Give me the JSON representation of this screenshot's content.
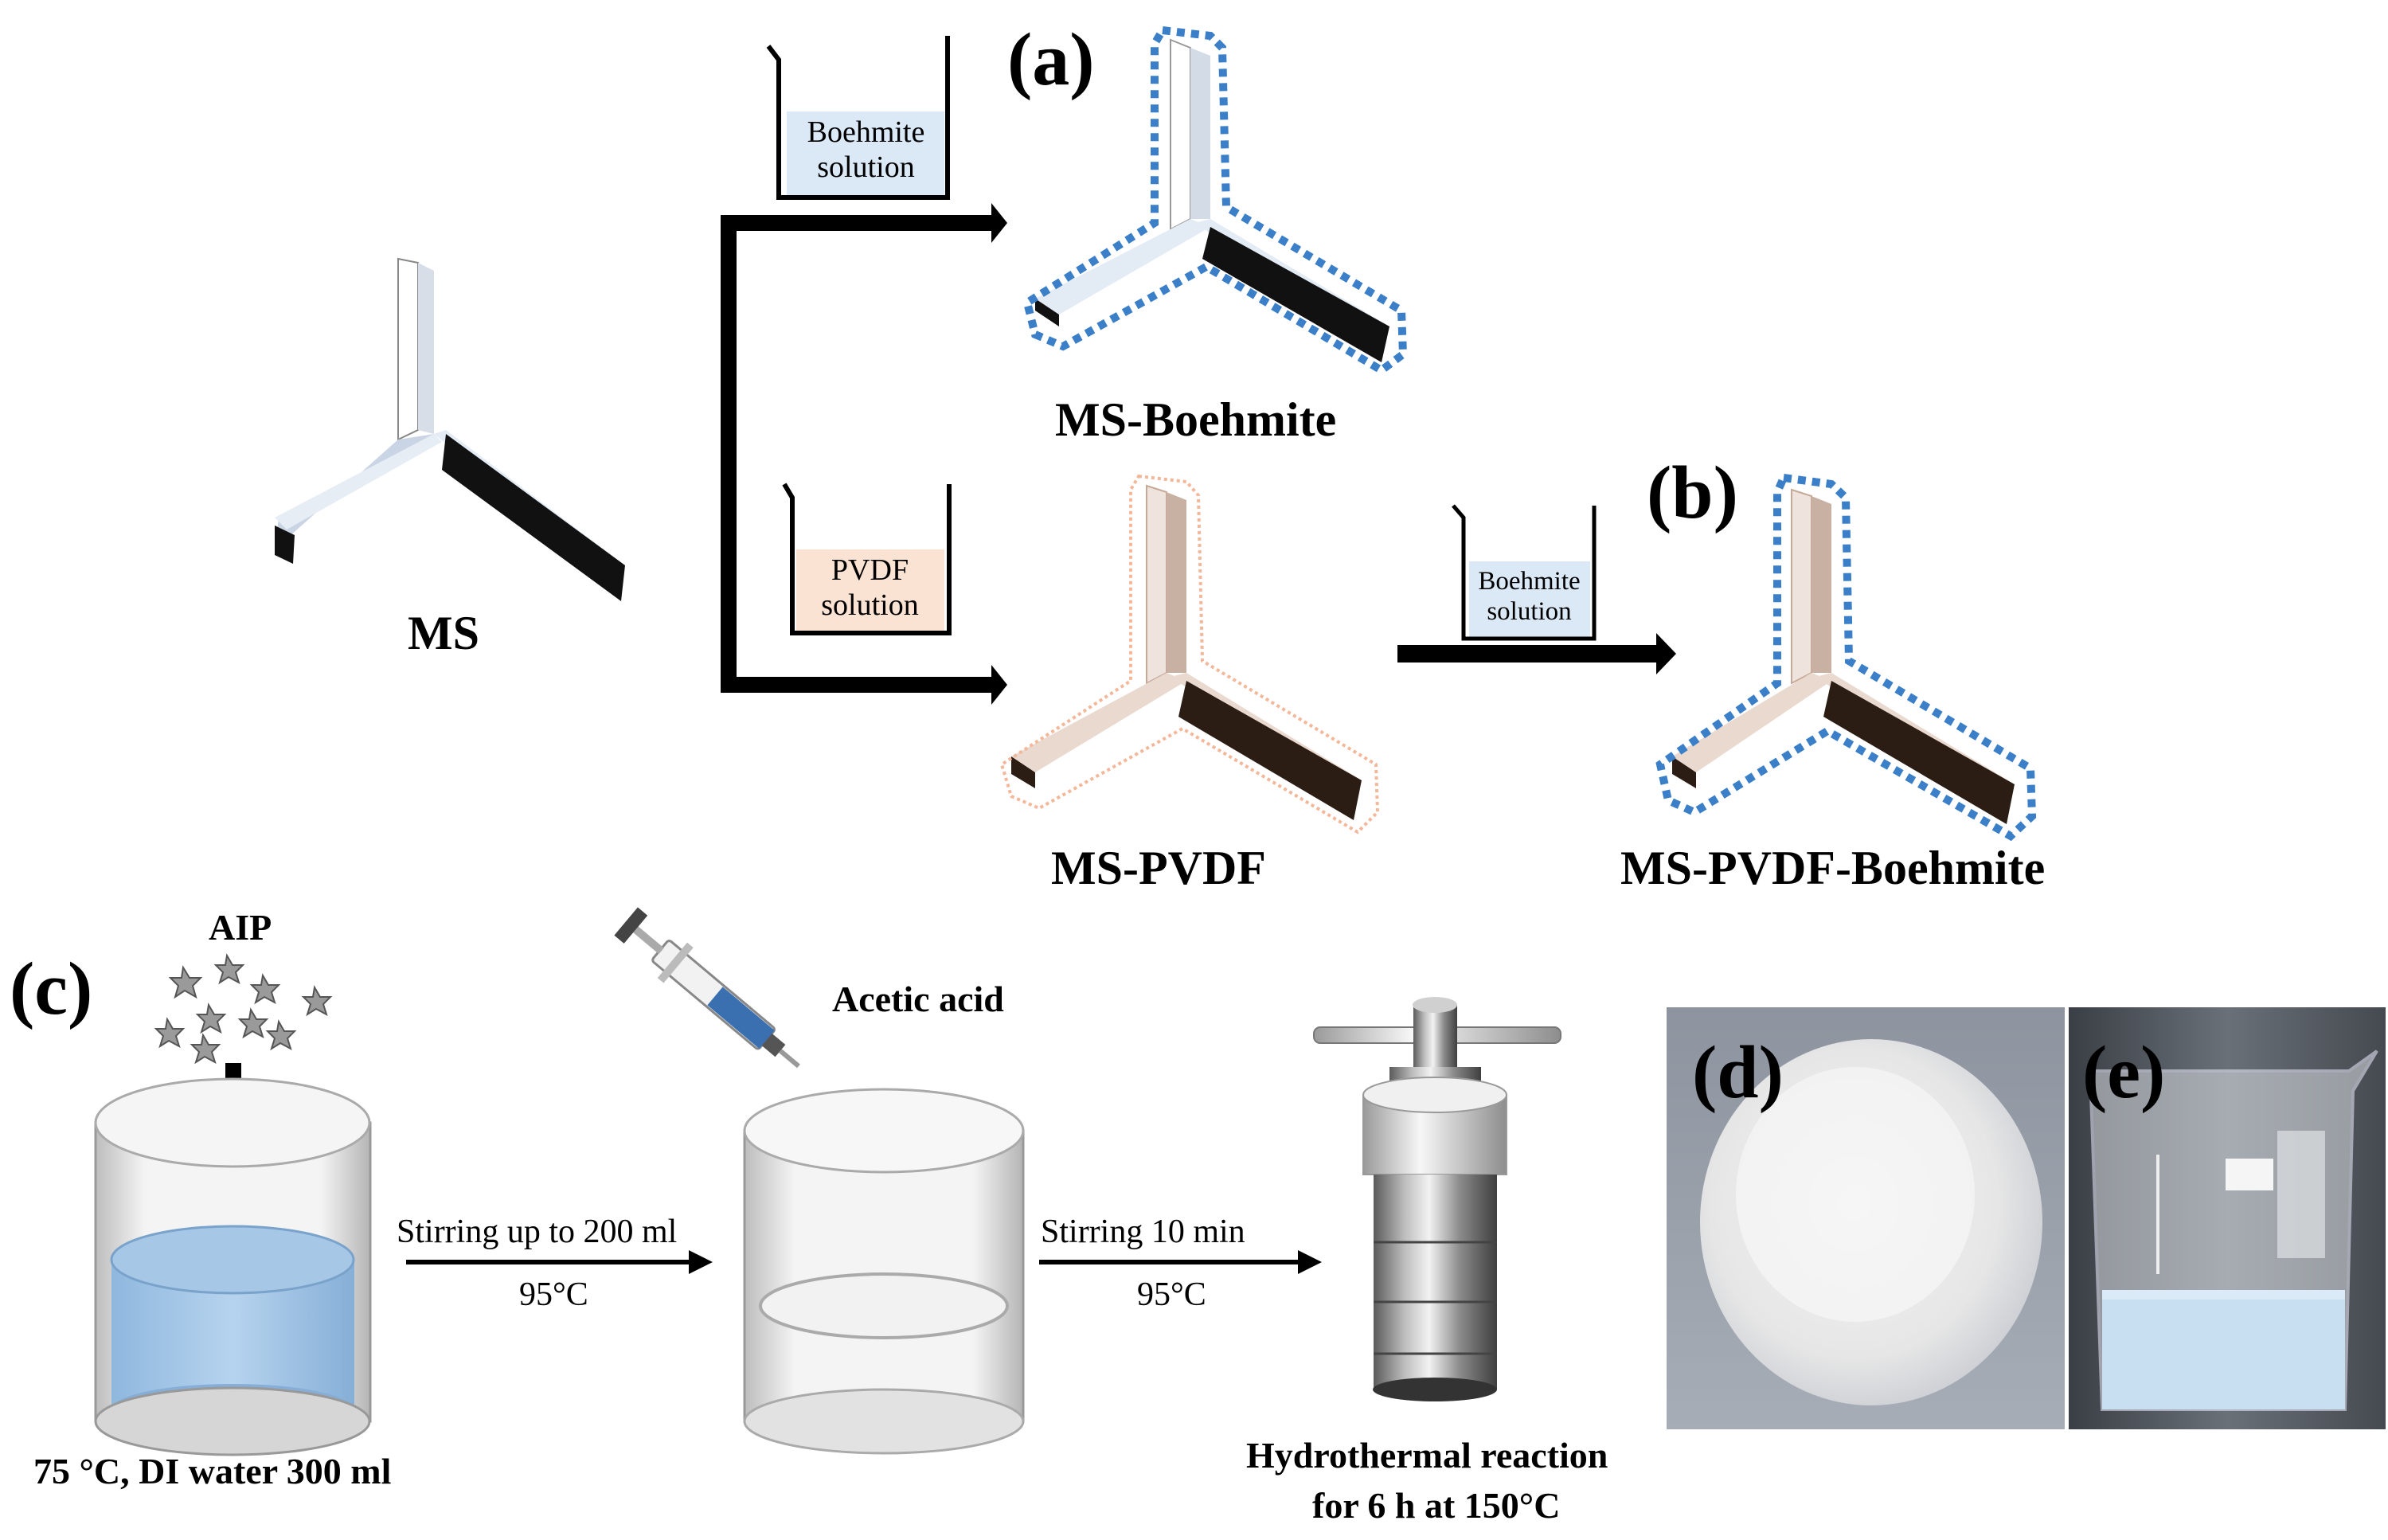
{
  "panels": {
    "a": "(a)",
    "b": "(b)",
    "c": "(c)",
    "d": "(d)",
    "e": "(e)"
  },
  "products": {
    "ms": "MS",
    "ms_boehmite": "MS-Boehmite",
    "ms_pvdf": "MS-PVDF",
    "ms_pvdf_boehmite": "MS-PVDF-Boehmite"
  },
  "beakers": {
    "boehmite_top": [
      "Boehmite",
      "solution"
    ],
    "pvdf": [
      "PVDF",
      "solution"
    ],
    "boehmite_right": [
      "Boehmite",
      "solution"
    ]
  },
  "synthesis": {
    "aip": "AIP",
    "acetic_acid": "Acetic acid",
    "step1_top": "Stirring up to 200 ml",
    "step1_bottom": "95°C",
    "step2_top": "Stirring 10 min",
    "step2_bottom": "95°C",
    "start_condition": "75 °C, DI water 300 ml",
    "hydro_line1": "Hydrothermal reaction",
    "hydro_line2": "for 6 h at 150°C"
  },
  "colors": {
    "boehmite_dots": "#3a7fc8",
    "pvdf_tint": "#ead9cf",
    "ms_face": "#e3ecf7",
    "water_blue": "#a9cbe8",
    "boehmite_solution": "#dbe9f7",
    "pvdf_solution": "#fbe3d3"
  }
}
